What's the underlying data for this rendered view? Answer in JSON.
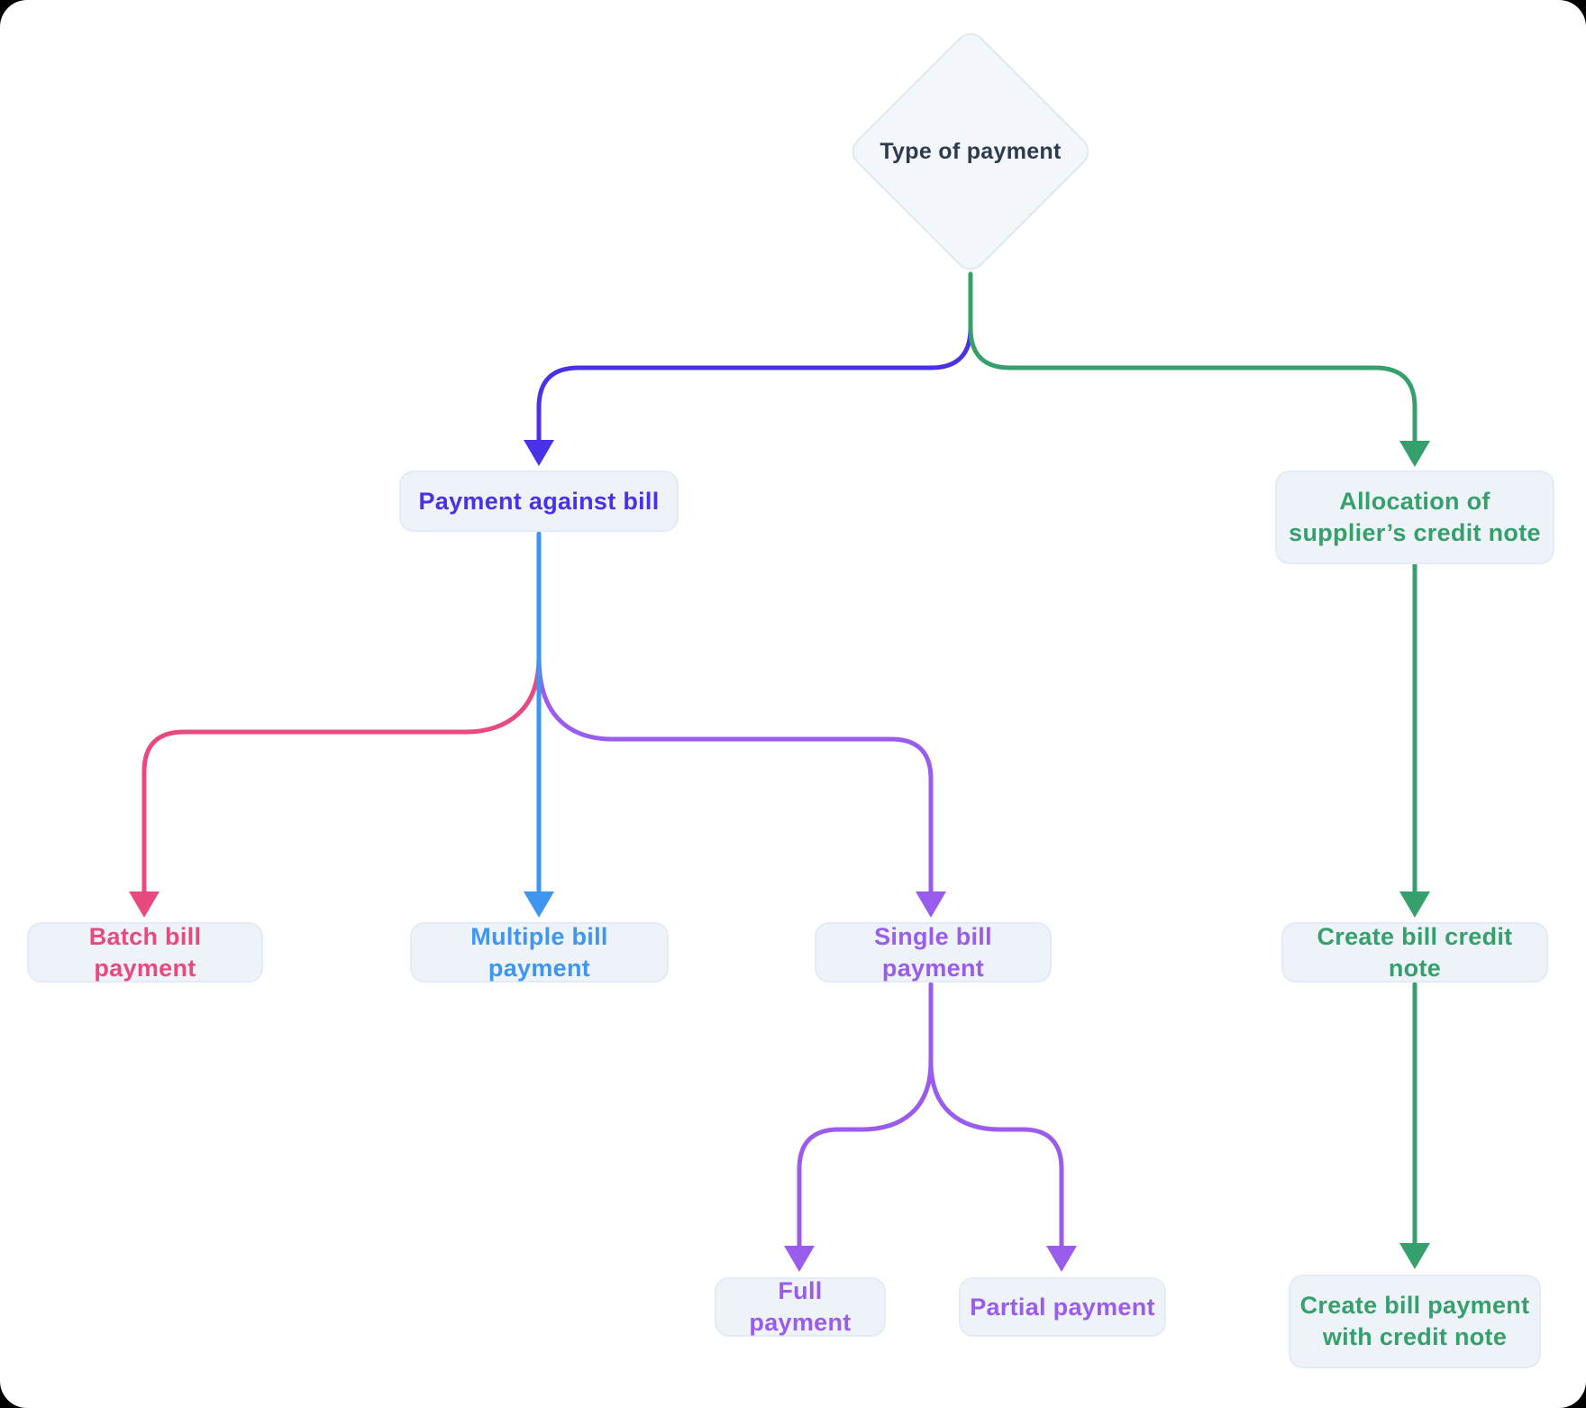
{
  "colors": {
    "indigo": "#4832e8",
    "green": "#35a06b",
    "blue": "#3e96f0",
    "pink": "#e8497e",
    "purple": "#9a5ced",
    "dark_text": "#2e3a4e",
    "node_fill": "#eef3f9",
    "node_border": "#e2ebf6",
    "diamond_fill": "#f3f7fb",
    "canvas": "#ffffff"
  },
  "diagram": {
    "nodes": {
      "root": {
        "label": "Type of payment",
        "shape": "diamond"
      },
      "payment_against_bill": {
        "label": "Payment against bill"
      },
      "allocation": {
        "label": "Allocation of supplier’s credit note"
      },
      "batch": {
        "label": "Batch bill payment"
      },
      "multiple": {
        "label": "Multiple bill payment"
      },
      "single": {
        "label": "Single bill payment"
      },
      "full": {
        "label": "Full payment"
      },
      "partial": {
        "label": "Partial payment"
      },
      "create_credit_note": {
        "label": "Create bill credit note"
      },
      "create_payment_with_credit_note": {
        "label": "Create bill payment with credit note"
      }
    },
    "edges": [
      {
        "from": "root",
        "to": "payment_against_bill",
        "color": "indigo"
      },
      {
        "from": "root",
        "to": "allocation",
        "color": "green"
      },
      {
        "from": "payment_against_bill",
        "to": "batch",
        "color": "pink"
      },
      {
        "from": "payment_against_bill",
        "to": "multiple",
        "color": "blue"
      },
      {
        "from": "payment_against_bill",
        "to": "single",
        "color": "purple"
      },
      {
        "from": "single",
        "to": "full",
        "color": "purple"
      },
      {
        "from": "single",
        "to": "partial",
        "color": "purple"
      },
      {
        "from": "allocation",
        "to": "create_credit_note",
        "color": "green"
      },
      {
        "from": "create_credit_note",
        "to": "create_payment_with_credit_note",
        "color": "green"
      }
    ]
  }
}
